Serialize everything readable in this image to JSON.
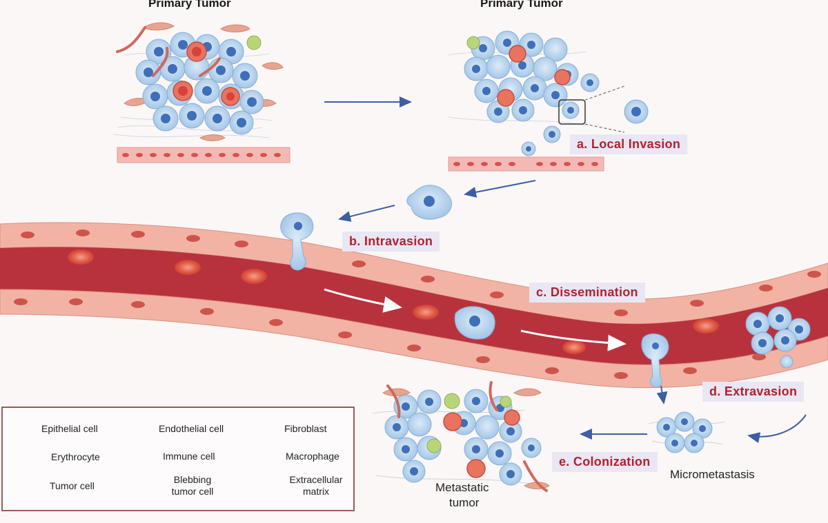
{
  "titles": {
    "primary_tumor_left": "Primary Tumor",
    "primary_tumor_right": "Primary Tumor"
  },
  "steps": {
    "local_invasion": "a. Local Invasion",
    "intravasion": "b. Intravasion",
    "dissemination": "c. Dissemination",
    "extravasion": "d. Extravasion",
    "colonization": "e. Colonization"
  },
  "labels": {
    "micrometastasis": "Micrometastasis",
    "metastatic_tumor_line1": "Metastatic",
    "metastatic_tumor_line2": "tumor"
  },
  "legend": {
    "epithelial": "Epithelial cell",
    "endothelial": "Endothelial cell",
    "fibroblast": "Fibroblast",
    "erythrocyte": "Erythrocyte",
    "immune": "Immune cell",
    "macrophage": "Macrophage",
    "tumor": "Tumor cell",
    "blebbing_line1": "Blebbing",
    "blebbing_line2": "tumor cell",
    "ecm_line1": "Extracellular",
    "ecm_line2": "matrix"
  },
  "colors": {
    "tumor_cell": "#a9cbea",
    "tumor_nucleus": "#3f6fb8",
    "erythrocyte": "#d9413a",
    "endothelium": "#f3b9ab",
    "vessel_lumen": "#b8323e",
    "fibroblast": "#e59a86",
    "macrophage": "#b9d57a",
    "arrow": "#3d5ea3",
    "step_text": "#b2202f"
  }
}
